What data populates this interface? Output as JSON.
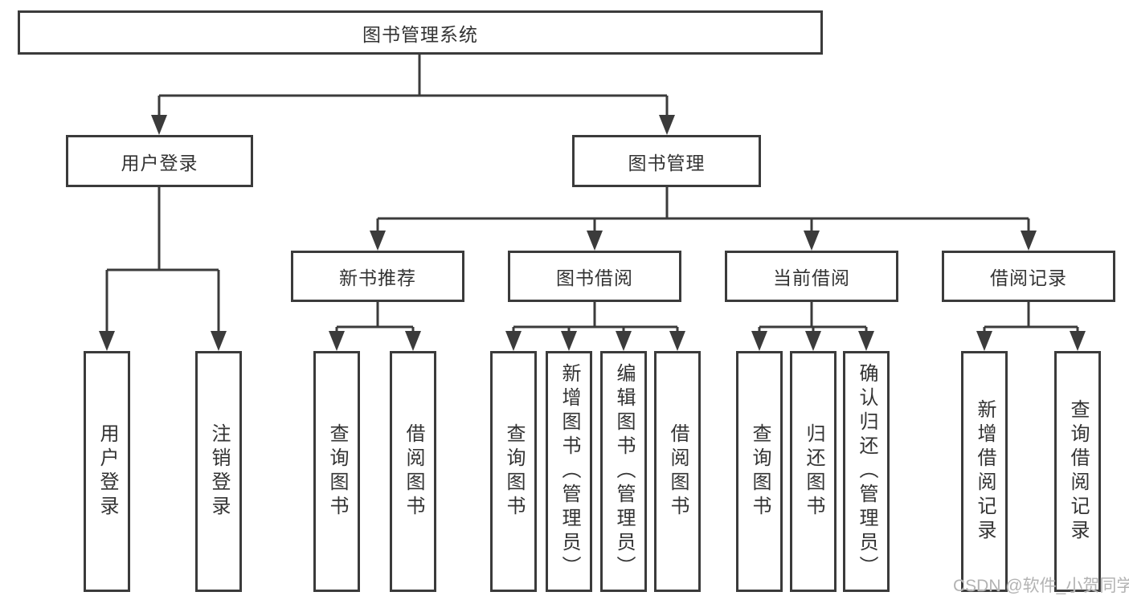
{
  "colors": {
    "line": "#3b3b3b",
    "text": "#333333",
    "background": "#ffffff",
    "watermark": "#b3b3b3"
  },
  "watermark": "CSDN @软件_小贺同学",
  "tree": {
    "root": "图书管理系统",
    "level2": [
      {
        "label": "用户登录",
        "leaves": [
          "用户登录",
          "注销登录"
        ]
      },
      {
        "label": "图书管理",
        "groups": [
          {
            "label": "新书推荐",
            "leaves": [
              "查询图书",
              "借阅图书"
            ]
          },
          {
            "label": "图书借阅",
            "leaves": [
              "查询图书",
              "新增图书（管理员）",
              "编辑图书（管理员）",
              "借阅图书"
            ]
          },
          {
            "label": "当前借阅",
            "leaves": [
              "查询图书",
              "归还图书",
              "确认归还（管理员）"
            ]
          },
          {
            "label": "借阅记录",
            "leaves": [
              "新增借阅记录",
              "查询借阅记录"
            ]
          }
        ]
      }
    ]
  }
}
